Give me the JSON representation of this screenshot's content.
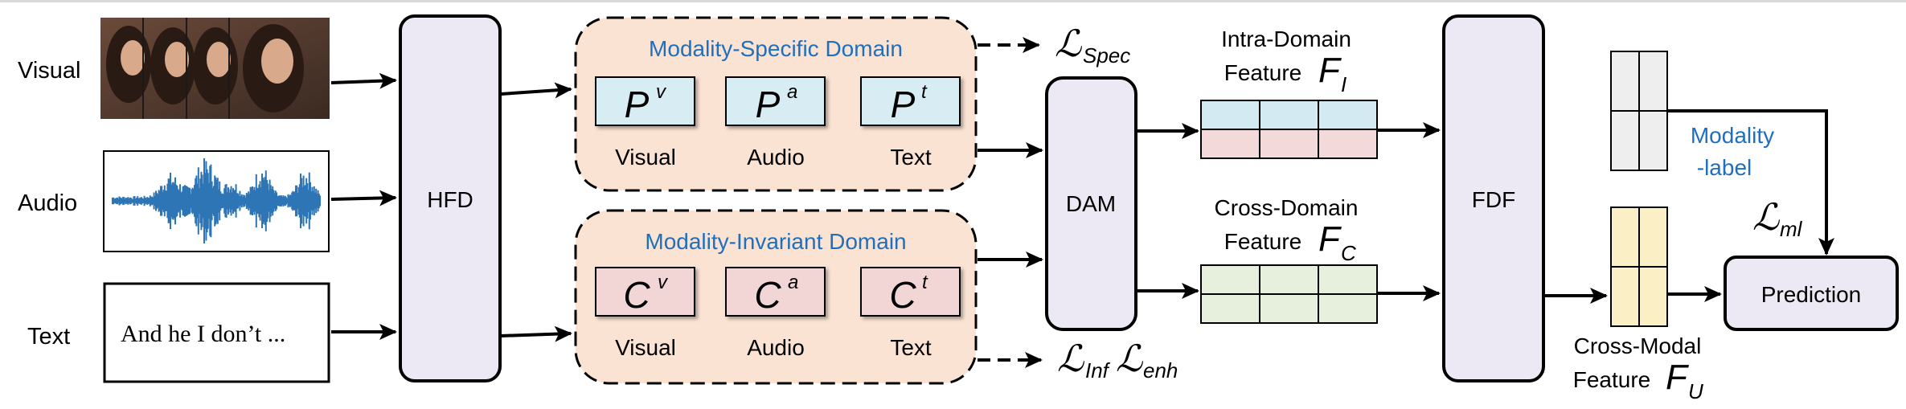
{
  "inputs": {
    "visual_label": "Visual",
    "audio_label": "Audio",
    "text_label": "Text",
    "text_sample": "And he I don’t ..."
  },
  "modules": {
    "hfd": "HFD",
    "dam": "DAM",
    "fdf": "FDF",
    "prediction": "Prediction"
  },
  "specific_domain": {
    "title": "Modality-Specific Domain",
    "items": [
      {
        "symbol": "P",
        "sup": "v",
        "label": "Visual"
      },
      {
        "symbol": "P",
        "sup": "a",
        "label": "Audio"
      },
      {
        "symbol": "P",
        "sup": "t",
        "label": "Text"
      }
    ]
  },
  "invariant_domain": {
    "title": "Modality-Invariant Domain",
    "items": [
      {
        "symbol": "C",
        "sup": "v",
        "label": "Visual"
      },
      {
        "symbol": "C",
        "sup": "a",
        "label": "Audio"
      },
      {
        "symbol": "C",
        "sup": "t",
        "label": "Text"
      }
    ]
  },
  "losses": {
    "spec": {
      "symbol": "ℒ",
      "sub": "Spec"
    },
    "inf": {
      "symbol": "ℒ",
      "sub": "Inf"
    },
    "enh": {
      "symbol": "ℒ",
      "sub": "enh"
    },
    "ml": {
      "symbol": "ℒ",
      "sub": "ml"
    }
  },
  "features": {
    "intra": {
      "line1": "Intra-Domain",
      "line2": "Feature",
      "symbol": "F",
      "sub": "I"
    },
    "cross_domain": {
      "line1": "Cross-Domain",
      "line2": "Feature",
      "symbol": "F",
      "sub": "C"
    },
    "cross_modal": {
      "line1": "Cross-Modal",
      "line2": "Feature",
      "symbol": "F",
      "sub": "U"
    }
  },
  "modality_label": {
    "line1": "Modality",
    "line2": "-label"
  },
  "colors": {
    "accent_blue": "#1f6fbf",
    "module_fill": "#ece9f4",
    "domain_fill": "#fbe3d3",
    "specific_cell": "#d8ecf3",
    "invariant_cell": "#f2d6d6",
    "intra_top": "#d4eaf3",
    "intra_bottom": "#f3d9d9",
    "cross_cell": "#e6f0dd",
    "cross_modal_cell": "#fbefc6",
    "label_cell": "#eeeeee"
  },
  "icons": {
    "visual_frames": "video-frames-image",
    "audio_wave": "audio-waveform-image"
  }
}
